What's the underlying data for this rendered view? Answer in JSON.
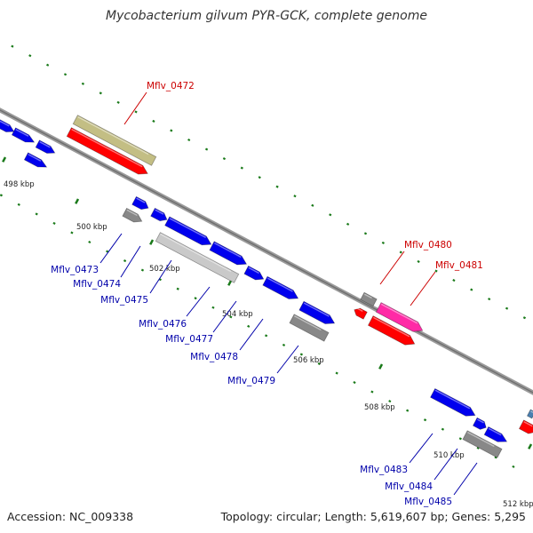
{
  "header": {
    "title": "Mycobacterium gilvum PYR-GCK, complete genome"
  },
  "footer": {
    "accession": "Accession: NC_009338",
    "topology": "Topology: circular; Length: 5,619,607 bp; Genes: 5,295"
  },
  "colors": {
    "plus_strand_gene": "#0000ee",
    "minus_strand_gene": "#ff0000",
    "highlighted_gene": "#ff2aa6",
    "hypothetical_gene": "#888888",
    "rna_gene": "#c9c9c9",
    "other_gene": "#c3be84",
    "backbone": "#888888",
    "tick": "#1a7a1a",
    "label_red": "#cc0000",
    "label_blue": "#0000aa"
  },
  "ruler": {
    "unit": "kbp",
    "ticks": [
      {
        "kbp": 498,
        "label": "498 kbp"
      },
      {
        "kbp": 500,
        "label": "500 kbp"
      },
      {
        "kbp": 502,
        "label": "502 kbp"
      },
      {
        "kbp": 504,
        "label": "504 kbp"
      },
      {
        "kbp": 506,
        "label": "506 kbp"
      },
      {
        "kbp": 508,
        "label": "508 kbp"
      },
      {
        "kbp": 510,
        "label": "510 kbp"
      },
      {
        "kbp": 512,
        "label": "512 kbp"
      }
    ]
  },
  "gene_labels": [
    {
      "name": "Mflv_0472",
      "group": "red"
    },
    {
      "name": "Mflv_0480",
      "group": "red"
    },
    {
      "name": "Mflv_0481",
      "group": "red"
    },
    {
      "name": "Mflv_0473",
      "group": "blue"
    },
    {
      "name": "Mflv_0474",
      "group": "blue"
    },
    {
      "name": "Mflv_0475",
      "group": "blue"
    },
    {
      "name": "Mflv_0476",
      "group": "blue"
    },
    {
      "name": "Mflv_0477",
      "group": "blue"
    },
    {
      "name": "Mflv_0478",
      "group": "blue"
    },
    {
      "name": "Mflv_0479",
      "group": "blue"
    },
    {
      "name": "Mflv_0483",
      "group": "blue"
    },
    {
      "name": "Mflv_0484",
      "group": "blue"
    },
    {
      "name": "Mflv_0485",
      "group": "blue"
    }
  ]
}
